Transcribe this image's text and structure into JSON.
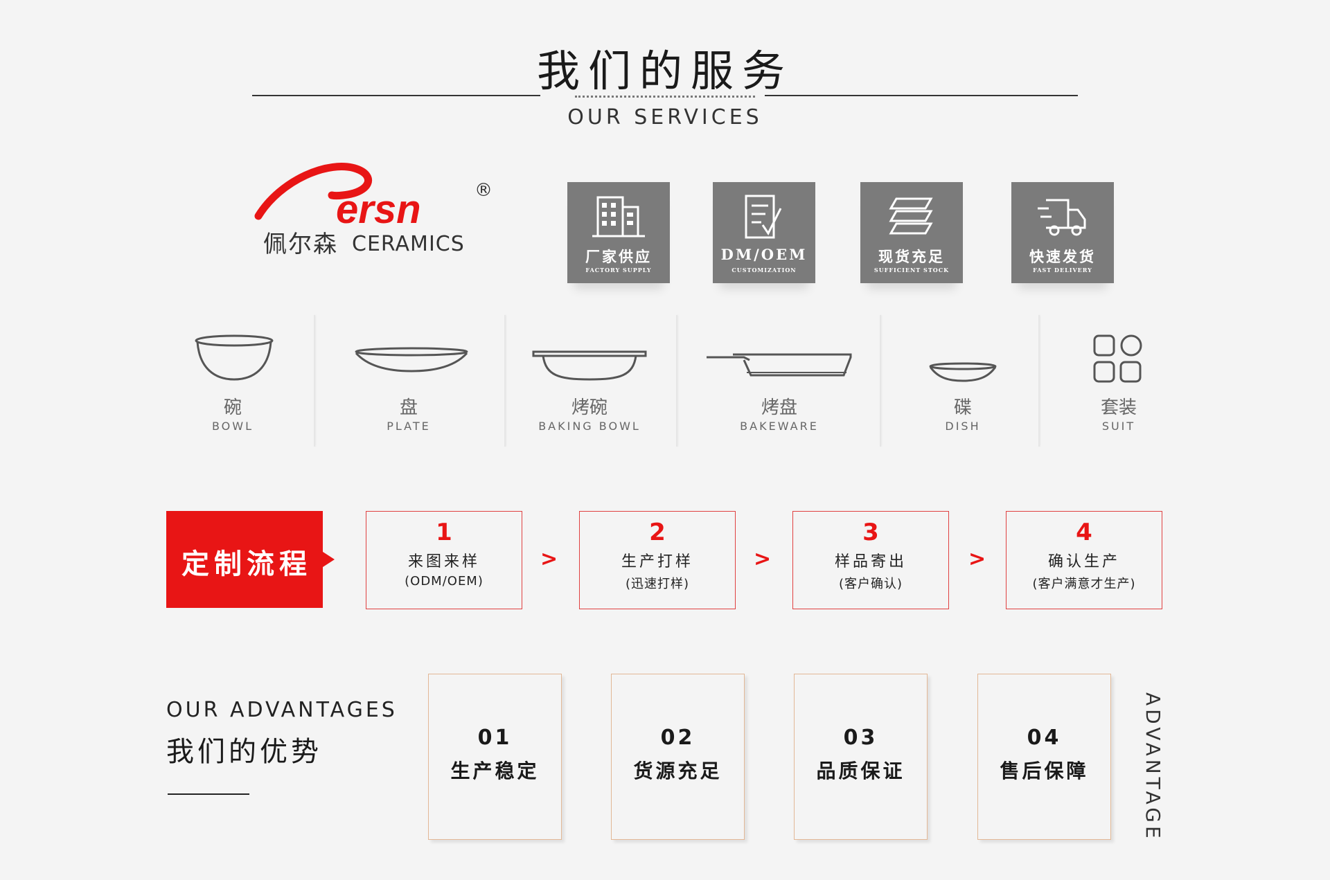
{
  "header": {
    "title_cn": "我们的服务",
    "title_en": "OUR SERVICES"
  },
  "brand": {
    "logo_text": "Persn",
    "registered": "®",
    "name_cn": "佩尔森",
    "name_en": "CERAMICS",
    "brand_color": "#e81515"
  },
  "services": [
    {
      "cn": "厂家供应",
      "en": "FACTORY SUPPLY",
      "icon": "factory-building-icon"
    },
    {
      "cn": "DM/OEM",
      "en": "CUSTOMIZATION",
      "icon": "document-check-icon"
    },
    {
      "cn": "现货充足",
      "en": "SUFFICIENT STOCK",
      "icon": "stacked-layers-icon"
    },
    {
      "cn": "快速发货",
      "en": "FAST DELIVERY",
      "icon": "delivery-truck-icon"
    }
  ],
  "products": [
    {
      "cn": "碗",
      "en": "BOWL",
      "icon": "bowl-icon"
    },
    {
      "cn": "盘",
      "en": "PLATE",
      "icon": "plate-icon"
    },
    {
      "cn": "烤碗",
      "en": "BAKING BOWL",
      "icon": "baking-bowl-icon"
    },
    {
      "cn": "烤盘",
      "en": "BAKEWARE",
      "icon": "bakeware-icon"
    },
    {
      "cn": "碟",
      "en": "DISH",
      "icon": "dish-icon"
    },
    {
      "cn": "套装",
      "en": "SUIT",
      "icon": "grid-squares-icon"
    }
  ],
  "process": {
    "label": "定制流程",
    "separator": ">",
    "steps": [
      {
        "num": "1",
        "title": "来图来样",
        "sub": "(ODM/OEM)"
      },
      {
        "num": "2",
        "title": "生产打样",
        "sub": "(迅速打样)"
      },
      {
        "num": "3",
        "title": "样品寄出",
        "sub": "(客户确认)"
      },
      {
        "num": "4",
        "title": "确认生产",
        "sub": "(客户满意才生产)"
      }
    ]
  },
  "advantages": {
    "title_en": "OUR ADVANTAGES",
    "title_cn": "我们的优势",
    "vertical_label": "ADVANTAGE",
    "items": [
      {
        "num": "01",
        "label": "生产稳定"
      },
      {
        "num": "02",
        "label": "货源充足"
      },
      {
        "num": "03",
        "label": "品质保证"
      },
      {
        "num": "04",
        "label": "售后保障"
      }
    ]
  }
}
